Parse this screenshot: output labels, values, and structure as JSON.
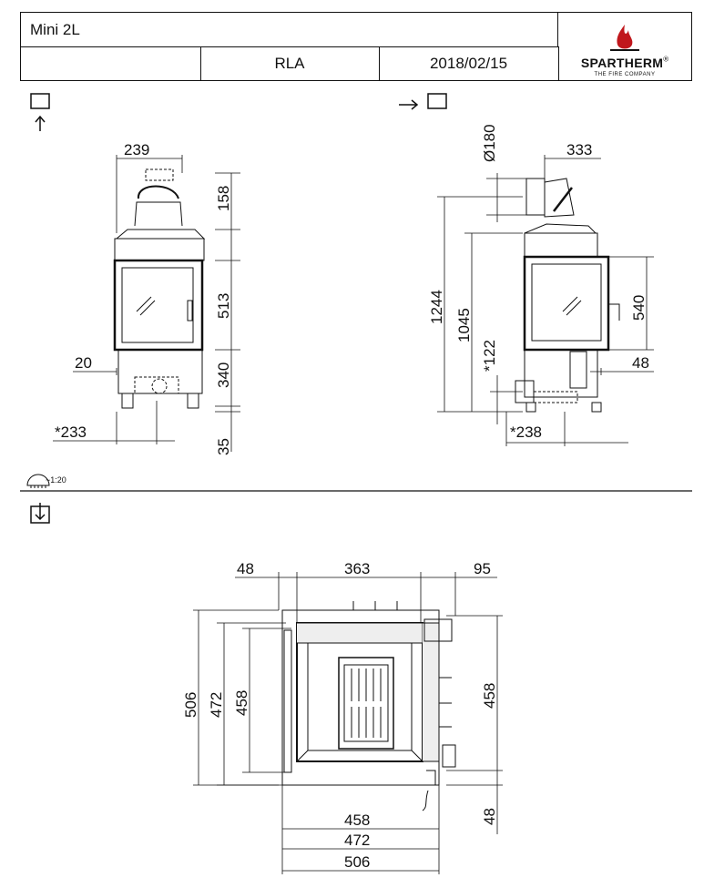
{
  "header": {
    "title": "Mini 2L",
    "model_code": "RLA",
    "date": "2018/02/15",
    "brand": "SPARTHERM",
    "brand_mark": "®",
    "tagline": "THE FIRE COMPANY"
  },
  "colors": {
    "brand_flame": "#c0171c",
    "line": "#111111"
  },
  "icons": {
    "front_view": "front-view-icon",
    "side_view": "side-view-icon",
    "top_view": "top-view-icon",
    "scale": "scale-ruler-icon"
  },
  "scale": "~1:20",
  "front_view": {
    "flue_width": "239",
    "flue_height": "158",
    "door_height": "513",
    "frame_side": "20",
    "base_height": "340",
    "inlet_width": "*233",
    "feet_height": "35"
  },
  "side_view": {
    "flue_diameter": "Ø180",
    "flue_offset": "333",
    "total_height": "1244",
    "connection_height": "1045",
    "inlet_height": "*122",
    "door_height": "540",
    "handle_offset": "48",
    "inlet_offset": "*238"
  },
  "top_view": {
    "left_offset": "48",
    "center_width": "363",
    "right_offset": "95",
    "depth_outer": "506",
    "depth_mid": "472",
    "depth_inner": "458",
    "depth_right": "458",
    "front_offset": "48",
    "width_inner": "458",
    "width_mid": "472",
    "width_outer": "506"
  }
}
